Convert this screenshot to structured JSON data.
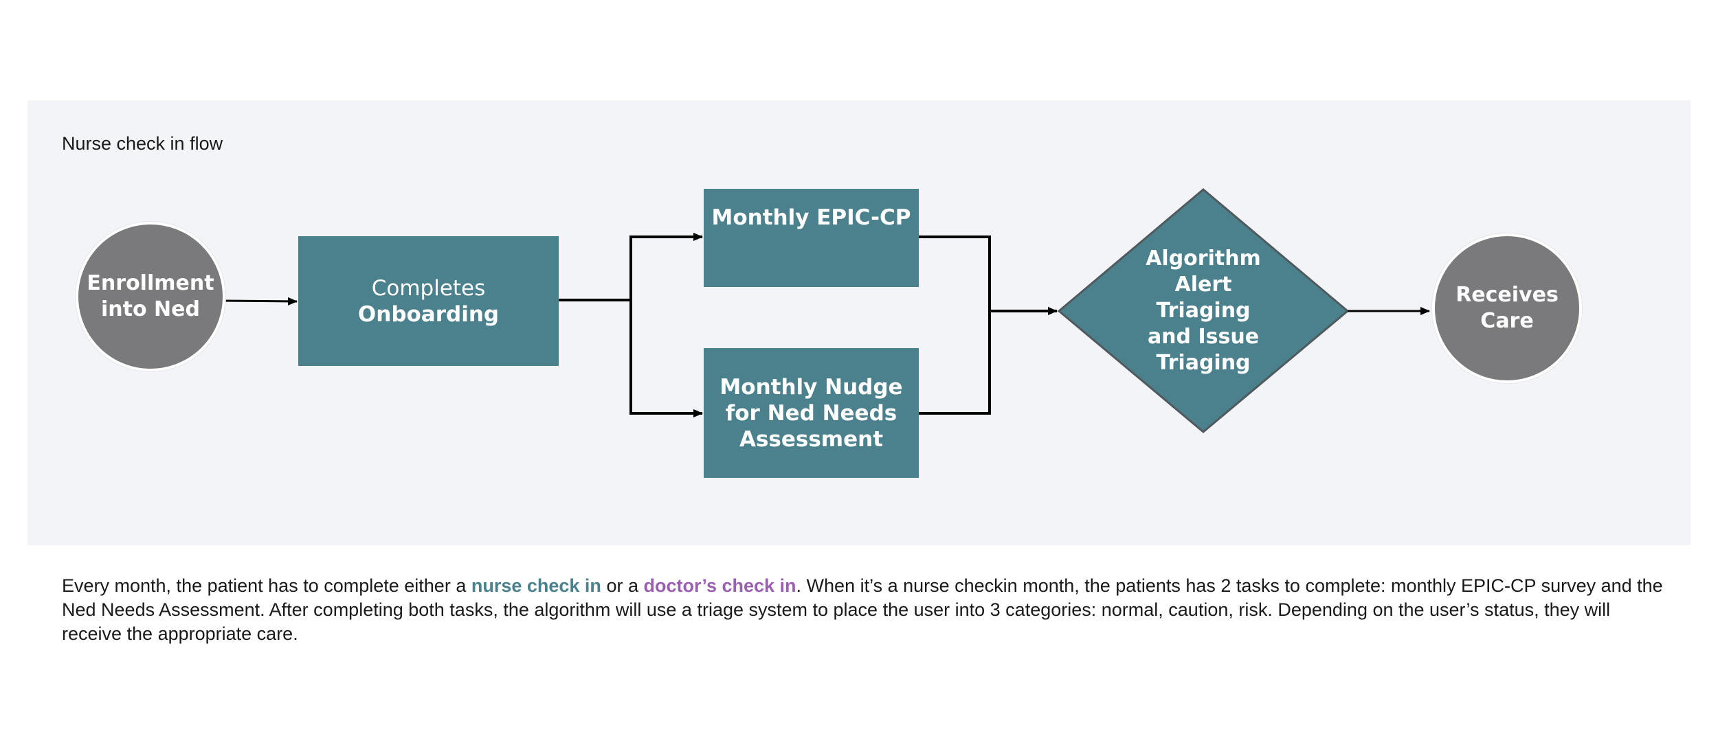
{
  "panel": {
    "title": "Nurse check in flow"
  },
  "nodes": {
    "enrollment": {
      "line1": "Enrollment",
      "line2": "into Ned"
    },
    "onboarding": {
      "line1": "Completes",
      "line2": "Onboarding"
    },
    "epic": {
      "line1": "Monthly EPIC-CP"
    },
    "nudge": {
      "line1": "Monthly Nudge",
      "line2": "for Ned Needs",
      "line3": "Assessment"
    },
    "algorithm": {
      "line1": "Algorithm",
      "line2": "Alert",
      "line3": "Triaging",
      "line4": "and Issue",
      "line5": "Triaging"
    },
    "care": {
      "line1": "Receives",
      "line2": "Care"
    }
  },
  "description": {
    "part1": "Every month, the patient has to complete either a ",
    "nurse": "nurse check in",
    "part2": " or a ",
    "doctor": "doctor’s check in",
    "part3": ". When it’s a nurse checkin month, the patients has 2 tasks to complete: monthly EPIC-CP survey and the Ned Needs Assessment. After completing both tasks, the algorithm will use a triage system to place the user into 3 categories: normal, caution, risk. Depending on the user’s status, they will receive the appropriate care."
  },
  "colors": {
    "panel_bg": "#f3f4f8",
    "node_teal": "#4a818d",
    "node_gray": "#7a797b",
    "nurse_highlight": "#4a818d",
    "doctor_highlight": "#9b5fb1"
  }
}
